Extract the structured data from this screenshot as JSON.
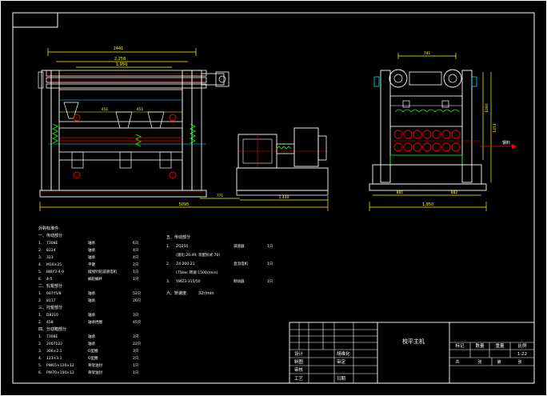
{
  "dimensions": {
    "front_top": "2441",
    "front_second": "2,258",
    "front_inner": "1,950",
    "front_center_a": "451",
    "front_center_b": "451",
    "front_bottom_left": "771",
    "front_bottom_right": "1,440",
    "front_total": "5095",
    "side_top": "741",
    "side_height": "1080",
    "side_right": "1451",
    "side_bottom_left": "881",
    "side_bottom_right": "882",
    "side_total": "1,950"
  },
  "side_label": "钢料",
  "notes": {
    "title": "外购标准件:",
    "sections": [
      {
        "heading": "一、传动部分",
        "rows": [
          {
            "no": "1.",
            "code": "7308E",
            "name": "轴承",
            "qty": "6只"
          },
          {
            "no": "2.",
            "code": "8224",
            "name": "轴承",
            "qty": "4只"
          },
          {
            "no": "3.",
            "code": "323",
            "name": "轴承",
            "qty": "4只"
          },
          {
            "no": "4.",
            "code": "M16×25",
            "name": "平键",
            "qty": "2只"
          },
          {
            "no": "5.",
            "code": "BWY3-4-9",
            "name": "摆线针轮减速电机",
            "qty": "1只"
          },
          {
            "no": "6.",
            "code": "4-5",
            "name": "蜗轮蜗杆",
            "qty": "1只"
          }
        ]
      },
      {
        "heading": "二、轧辊部分",
        "rows": [
          {
            "no": "1.",
            "code": "607Y5/8",
            "name": "轴承",
            "qty": "52只"
          },
          {
            "no": "2.",
            "code": "8117",
            "name": "轴承",
            "qty": "26只"
          }
        ]
      },
      {
        "heading": "三、托辊部分",
        "rows": [
          {
            "no": "1.",
            "code": "D8210",
            "name": "轴承",
            "qty": "3只"
          },
          {
            "no": "2.",
            "code": "458",
            "name": "轴承挡圈",
            "qty": "45只"
          }
        ]
      },
      {
        "heading": "四、分动箱部分",
        "rows": [
          {
            "no": "1.",
            "code": "7308E",
            "name": "轴承",
            "qty": "3只"
          },
          {
            "no": "2.",
            "code": "2007122",
            "name": "轴承",
            "qty": "22只"
          },
          {
            "no": "3.",
            "code": "306×2.1",
            "name": "O型圈",
            "qty": "3只"
          },
          {
            "no": "4.",
            "code": "123×3.1",
            "name": "O型圈",
            "qty": "2只"
          },
          {
            "no": "5.",
            "code": "PW65×120×12",
            "name": "骨架油封",
            "qty": "1只"
          },
          {
            "no": "6.",
            "code": "PW70×100×12",
            "name": "骨架油封",
            "qty": "1只"
          }
        ]
      }
    ],
    "section5": {
      "heading": "五、传动部分",
      "rows": [
        {
          "no": "1.",
          "code": "ZQ250",
          "name": "减速器",
          "qty": "1只"
        },
        {
          "no": "",
          "code": "(速比:20.49; 装配形式:70)",
          "name": "",
          "qty": ""
        },
        {
          "no": "2.",
          "code": "Z4-200-21",
          "name": "直流电机",
          "qty": "1只"
        },
        {
          "no": "",
          "code": "(75kw; 转速:1500r/min)",
          "name": "",
          "qty": ""
        },
        {
          "no": "3.",
          "code": "YWZ3-315/50",
          "name": "制动器",
          "qty": "1只"
        }
      ]
    },
    "section6": {
      "heading": "六、矫速度:",
      "value": "32r/min"
    }
  },
  "title_block": {
    "title": "校平主机",
    "header_labels": [
      "标记",
      "数量",
      "重量",
      "比例"
    ],
    "scale": "1:22",
    "sheet_labels": [
      "共",
      "张",
      "第",
      "张"
    ],
    "roles": [
      {
        "label": "设计",
        "name": "胡维化"
      },
      {
        "label": "制图",
        "name": "审定"
      },
      {
        "label": "审核",
        "name": ""
      },
      {
        "label": "工艺",
        "name": "日期"
      }
    ]
  }
}
